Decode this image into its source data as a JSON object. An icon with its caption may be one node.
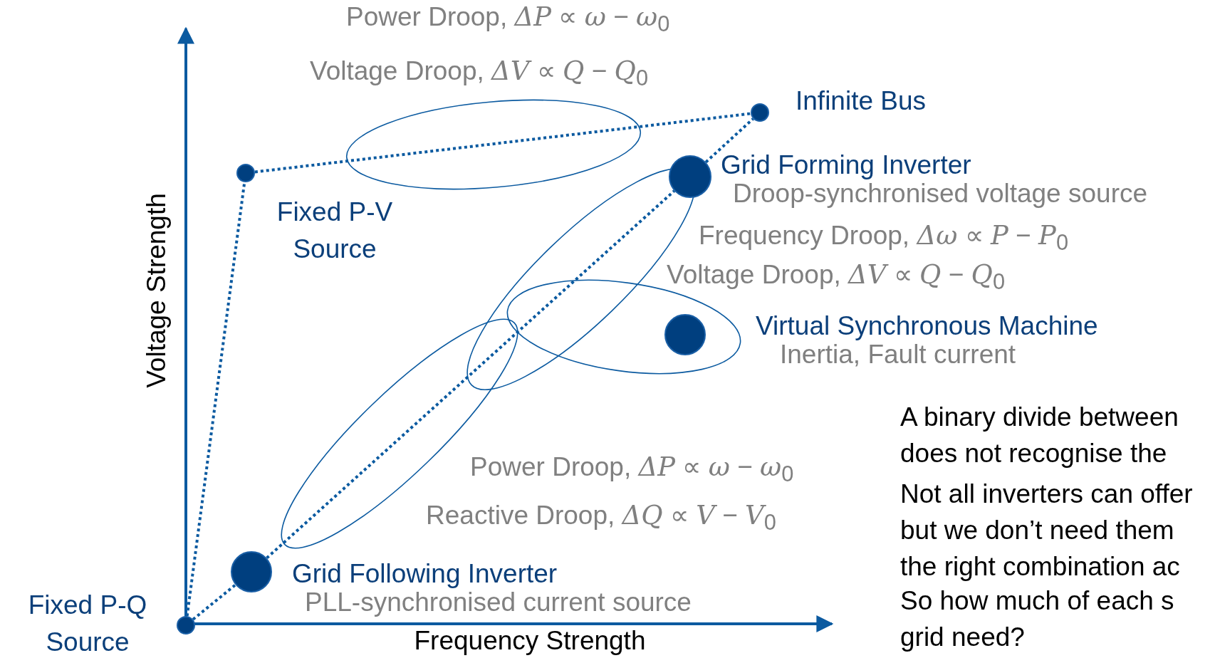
{
  "diagram": {
    "nodes": [
      {
        "text": [],
        "shape": "circle",
        "beside": [
          "Fixed P-Q Source"
        ]
      },
      {
        "text": [],
        "shape": "circle",
        "beside": [
          "Fixed P-V Source"
        ]
      },
      {
        "text": [],
        "shape": "circle",
        "beside": [
          "Infinite Bus"
        ]
      },
      {
        "text": [],
        "shape": "circle",
        "beside": [
          "Grid Forming Inverter",
          "Droop-synchronised voltage source"
        ]
      },
      {
        "text": [],
        "shape": "circle",
        "beside": [
          "Virtual Synchronous Machine",
          "Inertia, Fault current"
        ]
      },
      {
        "text": [],
        "shape": "circle",
        "beside": [
          "Grid Following Inverter",
          "PLL-synchronised current source"
        ]
      }
    ],
    "edges": [
      {
        "from": 0,
        "to": 1,
        "arrow": "none"
      },
      {
        "from": 1,
        "to": 2,
        "arrow": "none"
      },
      {
        "from": 0,
        "to": 5,
        "arrow": "none"
      },
      {
        "from": 5,
        "to": 3,
        "arrow": "none"
      },
      {
        "from": 3,
        "to": 2,
        "arrow": "none"
      }
    ],
    "labels": [
      "Power Droop, *ΔP* ∝ *ω* − *ω*$_{0}$",
      "Voltage Droop, *ΔV* ∝ *Q* − *Q*$_{0}$",
      "Frequency Droop, *Δω* ∝ *P* − *P*$_{0}$",
      "Voltage Droop, *ΔV* ∝ *Q* − *Q*$_{0}$",
      "Power Droop, *ΔP* ∝ *ω* − *ω*$_{0}$",
      "Reactive Droop, *ΔQ* ∝ *V* − *V*$_{0}$",
      "Voltage Strength",
      "Frequency Strength",
      "A binary divide between does not recognise the",
      "Not all inverters can offer but we don’t need them the right combination ac",
      "So how much of each s grid need?"
    ]
  }
}
